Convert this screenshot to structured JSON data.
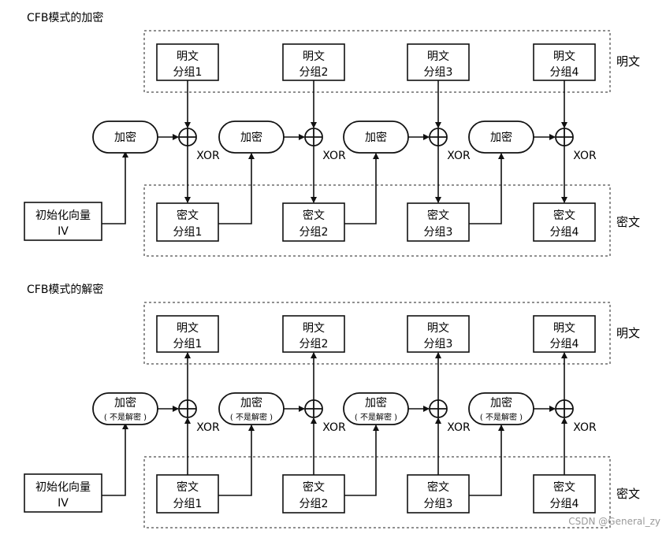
{
  "diagram": {
    "watermark": "CSDN @General_zy",
    "sections": [
      {
        "title": "CFB模式的加密",
        "plain_label": "明文",
        "cipher_label": "密文",
        "iv_line1": "初始化向量",
        "iv_line2": "IV",
        "xor_label": "XOR",
        "cipher_name": "加密",
        "cipher_note": "",
        "plain_blocks": [
          {
            "l1": "明文",
            "l2": "分组1"
          },
          {
            "l1": "明文",
            "l2": "分组2"
          },
          {
            "l1": "明文",
            "l2": "分组3"
          },
          {
            "l1": "明文",
            "l2": "分组4"
          }
        ],
        "cipher_blocks": [
          {
            "l1": "密文",
            "l2": "分组1"
          },
          {
            "l1": "密文",
            "l2": "分组2"
          },
          {
            "l1": "密文",
            "l2": "分组3"
          },
          {
            "l1": "密文",
            "l2": "分组4"
          }
        ]
      },
      {
        "title": "CFB模式的解密",
        "plain_label": "明文",
        "cipher_label": "密文",
        "iv_line1": "初始化向量",
        "iv_line2": "IV",
        "xor_label": "XOR",
        "cipher_name": "加密",
        "cipher_note": "( 不是解密 )",
        "plain_blocks": [
          {
            "l1": "明文",
            "l2": "分组1"
          },
          {
            "l1": "明文",
            "l2": "分组2"
          },
          {
            "l1": "明文",
            "l2": "分组3"
          },
          {
            "l1": "明文",
            "l2": "分组4"
          }
        ],
        "cipher_blocks": [
          {
            "l1": "密文",
            "l2": "分组1"
          },
          {
            "l1": "密文",
            "l2": "分组2"
          },
          {
            "l1": "密文",
            "l2": "分组3"
          },
          {
            "l1": "密文",
            "l2": "分组4"
          }
        ]
      }
    ]
  }
}
